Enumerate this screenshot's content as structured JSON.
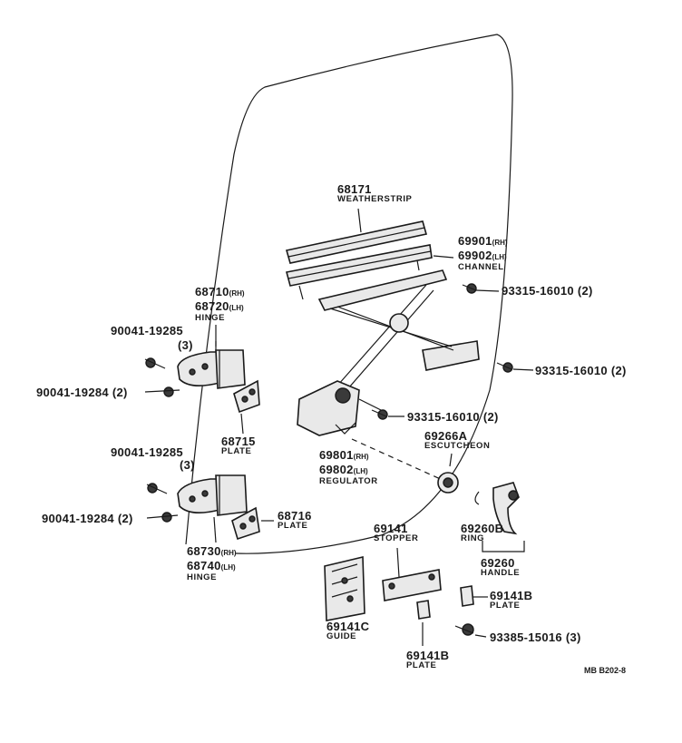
{
  "labels": {
    "weatherstrip_num": "68171",
    "weatherstrip_name": "WEATHERSTRIP",
    "channel_rh": "69901",
    "channel_lh": "69902",
    "channel_name": "CHANNEL",
    "bolt1": "93315-16010 (2)",
    "bolt2": "93315-16010 (2)",
    "bolt3": "93315-16010 (2)",
    "hinge_up_rh": "68710",
    "hinge_up_lh": "68720",
    "hinge_up_name": "HINGE",
    "screw_a1": "90041-19285",
    "screw_a1_qty": "(3)",
    "screw_b1": "90041-19284 (2)",
    "plate_68715": "68715",
    "plate_68715_name": "PLATE",
    "screw_a2": "90041-19285",
    "screw_a2_qty": "(3)",
    "screw_b2": "90041-19284 (2)",
    "plate_68716": "68716",
    "plate_68716_name": "PLATE",
    "hinge_lo_rh": "68730",
    "hinge_lo_lh": "68740",
    "hinge_lo_name": "HINGE",
    "regulator_rh": "69801",
    "regulator_lh": "69802",
    "regulator_name": "REGULATOR",
    "escutcheon_num": "69266A",
    "escutcheon_name": "ESCUTCHEON",
    "ring_num": "69260B",
    "ring_name": "RING",
    "handle_num": "69260",
    "handle_name": "HANDLE",
    "stopper_num": "69141",
    "stopper_name": "STOPPER",
    "plate_b_right_num": "69141B",
    "plate_b_right_name": "PLATE",
    "guide_num": "69141C",
    "guide_name": "GUIDE",
    "plate_b_bottom_num": "69141B",
    "plate_b_bottom_name": "PLATE",
    "bolt4": "93385-15016 (3)",
    "code": "MB B202-8",
    "rh": "(RH)",
    "lh": "(LH)"
  }
}
